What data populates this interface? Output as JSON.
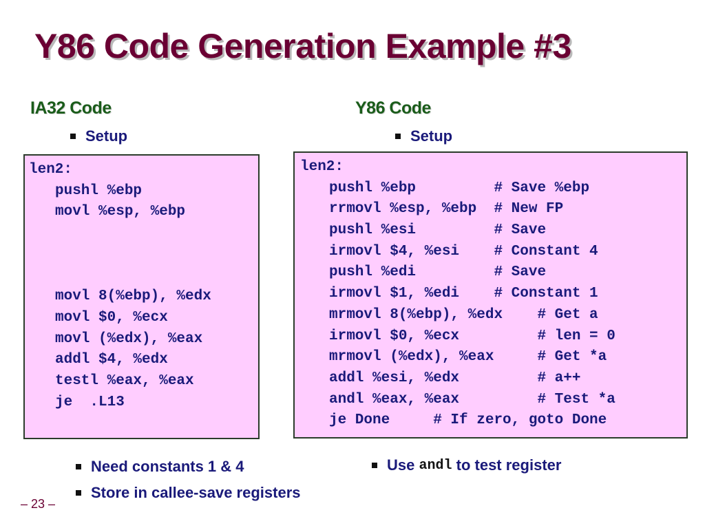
{
  "slide": {
    "title": "Y86 Code Generation Example #3",
    "page_number": "– 23 –"
  },
  "left": {
    "heading": "IA32 Code",
    "bullet": "Setup",
    "code": {
      "label": "len2:",
      "lines": [
        "pushl %ebp",
        "movl %esp, %ebp",
        "",
        "",
        "",
        "movl 8(%ebp), %edx",
        "movl $0, %ecx",
        "movl (%edx), %eax",
        "addl $4, %edx",
        "testl %eax, %eax",
        "je  .L13"
      ]
    },
    "notes": [
      "Need constants 1 & 4",
      "Store in callee-save registers"
    ]
  },
  "right": {
    "heading": "Y86 Code",
    "bullet": "Setup",
    "code": {
      "label": "len2:",
      "lines": [
        "pushl %ebp         # Save %ebp",
        "rrmovl %esp, %ebp  # New FP",
        "pushl %esi         # Save",
        "irmovl $4, %esi    # Constant 4",
        "pushl %edi         # Save",
        "irmovl $1, %edi    # Constant 1",
        "mrmovl 8(%ebp), %edx    # Get a",
        "irmovl $0, %ecx         # len = 0",
        "mrmovl (%edx), %eax     # Get *a",
        "addl %esi, %edx         # a++",
        "andl %eax, %eax         # Test *a",
        "je Done     # If zero, goto Done"
      ]
    },
    "note": {
      "prefix": "Use",
      "code": "andl",
      "suffix": "to test register"
    }
  }
}
